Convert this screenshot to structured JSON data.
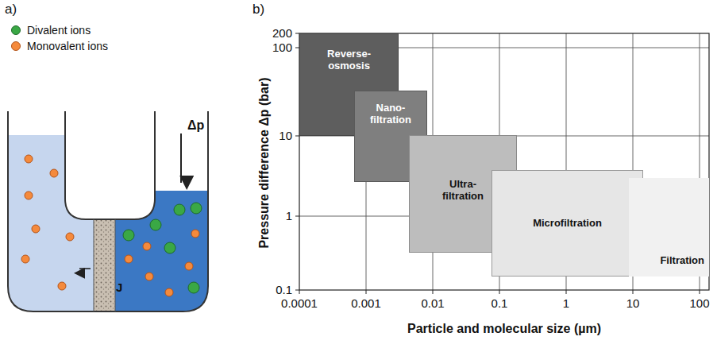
{
  "diagram": {
    "nodes": [
      {
        "text": [
          "Reverse- osmosis"
        ]
      },
      {
        "text": [
          "Nano- filtration"
        ]
      },
      {
        "text": [
          "Ultra- filtration"
        ]
      },
      {
        "text": [
          "Microfiltration"
        ]
      },
      {
        "text": [
          "Filtration"
        ]
      }
    ],
    "labels": [
      "a)",
      "b)",
      "Δp",
      "J",
      "200",
      "100",
      "10",
      "1",
      "0.1",
      "0.0001",
      "0.001",
      "0.01",
      "0.1",
      "1",
      "10",
      "100",
      "Pressure difference Δp (bar)",
      "Particle and molecular size (µm)"
    ],
    "legend": [
      {
        "text": "Divalent ions",
        "color": "#3aa845"
      },
      {
        "text": "Monovalent ions",
        "color": "#f58a3c"
      }
    ]
  }
}
